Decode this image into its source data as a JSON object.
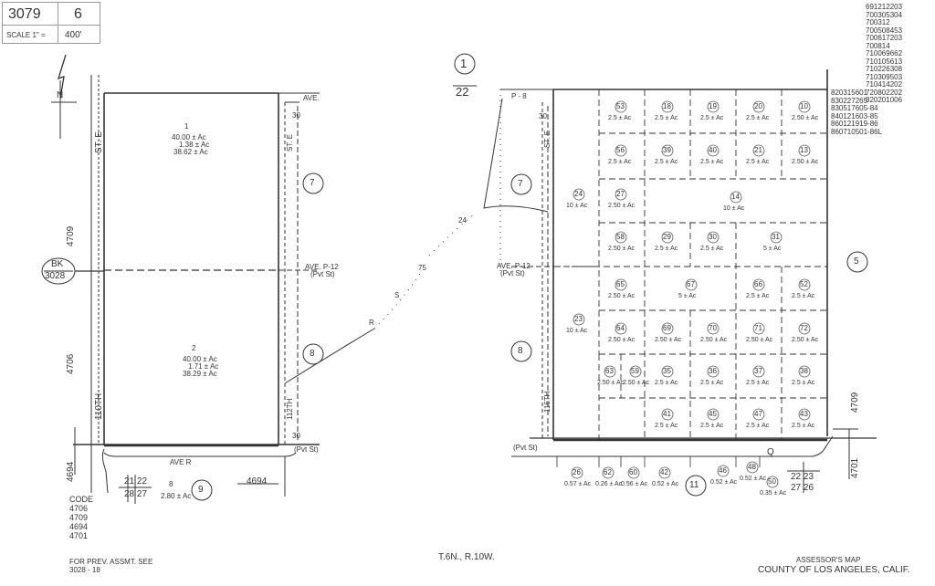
{
  "header": {
    "book": "3079",
    "page": "6",
    "scale_label": "SCALE 1\" =",
    "scale_value": "400'"
  },
  "doc_numbers": [
    "691212203",
    "700305304",
    "700312",
    "700508453",
    "700617203",
    "700814",
    "710069662",
    "710105613",
    "710226308",
    "710309503",
    "710414202",
    "720802202",
    "820201006"
  ],
  "doc_numbers_right": [
    "820315601",
    "830227265",
    "830517605-84",
    "840121603-85",
    "860121919-86",
    "860710501-86L"
  ],
  "map_number": "1",
  "map_number_fraction": "22",
  "north_label": "N",
  "bk_label": "BK",
  "bk_number": "3028",
  "streets": {
    "st_e": "ST. E",
    "avenue": "AVE.",
    "ave_p12": "AVE. P-12",
    "ave_p12_sub": "(Pvt St)",
    "ave_r": "AVE R",
    "st_110": "110TH",
    "st_112": "112TH",
    "st_116": "116TH",
    "p8": "P - 8",
    "pvt_st": "(Pvt St)"
  },
  "dimensions": {
    "left_4709": "4709",
    "left_4706": "4706",
    "left_4694": "4694",
    "bottom_4694": "4694",
    "right_4709": "4709",
    "right_4701": "4701",
    "dim_30": "30"
  },
  "adjacent_pages": {
    "p5": "5",
    "p7": "7",
    "p8": "8",
    "p9": "9",
    "p11": "11"
  },
  "section_corners": {
    "left_top": "21 22",
    "left_bottom": "28 27",
    "right_top": "22 23",
    "right_bottom": "27 26"
  },
  "arc_labels": {
    "r": "R",
    "s": "S",
    "n75": "75",
    "n24": "24"
  },
  "left_parcels": [
    {
      "no": "1",
      "area": "40.00 ± Ac",
      "sub": "1.38 ± Ac",
      "net": "38.62 ± Ac"
    },
    {
      "no": "2",
      "area": "40.00 ± Ac",
      "sub": "1.71 ± Ac",
      "net": "38.29 ± Ac"
    },
    {
      "no": "8",
      "area": "2.80 ± Ac"
    }
  ],
  "right_parcels": [
    {
      "no": "53",
      "area": "2.5 ± Ac"
    },
    {
      "no": "18",
      "area": "2.5 ± Ac"
    },
    {
      "no": "19",
      "area": "2.5 ± Ac"
    },
    {
      "no": "20",
      "area": "2.5 ± Ac"
    },
    {
      "no": "10",
      "area": "2.50 ± Ac"
    },
    {
      "no": "56",
      "area": "2.5 ± Ac"
    },
    {
      "no": "39",
      "area": "2.5 ± Ac"
    },
    {
      "no": "40",
      "area": "2.5 ± Ac"
    },
    {
      "no": "21",
      "area": "2.5 ± Ac"
    },
    {
      "no": "13",
      "area": "2.50 ± Ac"
    },
    {
      "no": "24",
      "area": "10 ± Ac"
    },
    {
      "no": "27",
      "area": "2.50 ± Ac"
    },
    {
      "no": "14",
      "area": "10 ± Ac"
    },
    {
      "no": "58",
      "area": "2.50 ± Ac"
    },
    {
      "no": "29",
      "area": "2.5 ± Ac"
    },
    {
      "no": "30",
      "area": "2.5 ± Ac"
    },
    {
      "no": "31",
      "area": "5 ± Ac"
    },
    {
      "no": "65",
      "area": "2.50 ± Ac"
    },
    {
      "no": "67",
      "area": "5 ± Ac"
    },
    {
      "no": "66",
      "area": "2.5 ± Ac"
    },
    {
      "no": "52",
      "area": "2.5 ± Ac"
    },
    {
      "no": "23",
      "area": "10 ± Ac"
    },
    {
      "no": "64",
      "area": "2.50 ± Ac"
    },
    {
      "no": "69",
      "area": "2.50 ± Ac"
    },
    {
      "no": "70",
      "area": "2.50 ± Ac"
    },
    {
      "no": "71",
      "area": "2.50 ± Ac"
    },
    {
      "no": "72",
      "area": "2.50 ± Ac"
    },
    {
      "no": "63",
      "area": "2.50 ± Ac"
    },
    {
      "no": "59",
      "area": "2.50 ± Ac"
    },
    {
      "no": "35",
      "area": "2.5 ± Ac"
    },
    {
      "no": "36",
      "area": "2.5 ± Ac"
    },
    {
      "no": "37",
      "area": "2.5 ± Ac"
    },
    {
      "no": "38",
      "area": "2.5 ± Ac"
    },
    {
      "no": "41",
      "area": "2.5 ± Ac"
    },
    {
      "no": "45",
      "area": "2.5 ± Ac"
    },
    {
      "no": "47",
      "area": "2.5 ± Ac"
    },
    {
      "no": "43",
      "area": "2.5 ± Ac"
    },
    {
      "no": "26",
      "area": "0.57 ± Ac"
    },
    {
      "no": "62",
      "area": "0.26 ± Ac"
    },
    {
      "no": "60",
      "area": "0.56 ± Ac"
    },
    {
      "no": "42",
      "area": "0.52 ± Ac"
    },
    {
      "no": "46",
      "area": "0.52 ± Ac"
    },
    {
      "no": "48",
      "area": "0.52 ± Ac"
    },
    {
      "no": "50",
      "area": "0.35 ± Ac"
    }
  ],
  "road_label_q": "Q",
  "codes": {
    "title": "CODE",
    "items": [
      "4706",
      "4709",
      "4694",
      "4701"
    ]
  },
  "footer": {
    "left_line1": "FOR PREV. ASSMT. SEE",
    "left_line2": "3028 - 18",
    "center": "T.6N., R.10W.",
    "right_line1": "ASSESSOR'S MAP",
    "right_line2": "COUNTY OF LOS ANGELES, CALIF."
  }
}
